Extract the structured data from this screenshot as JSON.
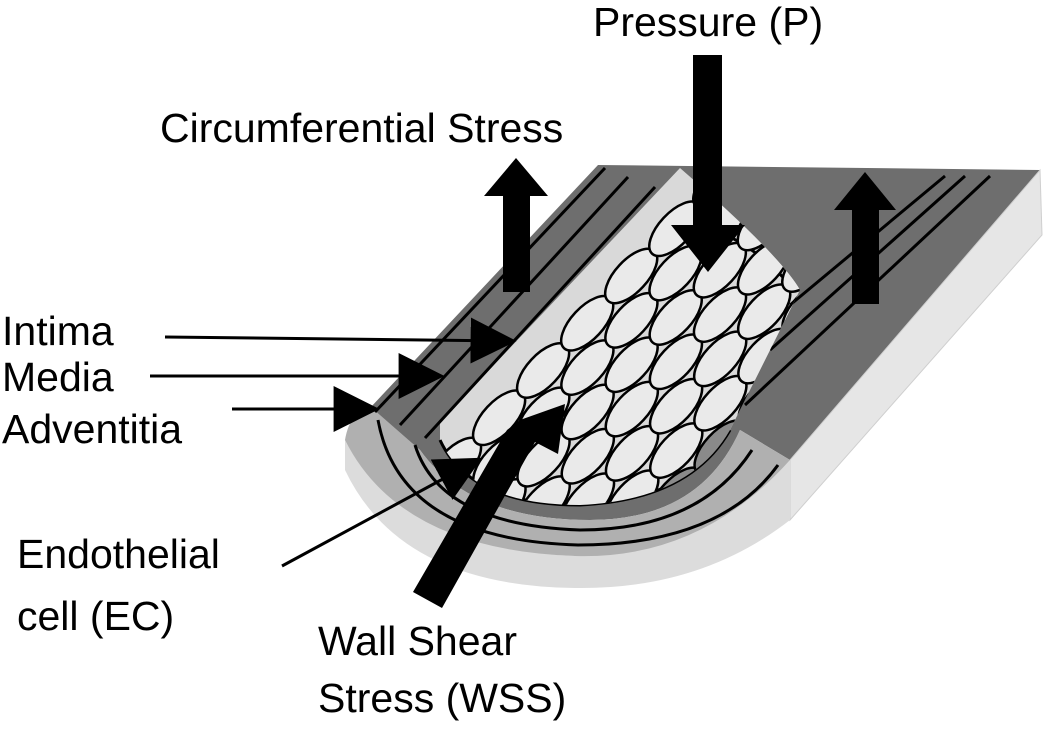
{
  "labels": {
    "pressure": "Pressure (P)",
    "circumferential_stress": "Circumferential Stress",
    "intima": "Intima",
    "media": "Media",
    "adventitia": "Adventitia",
    "endothelial_line1": "Endothelial",
    "endothelial_line2": "cell (EC)",
    "wss_line1": "Wall Shear",
    "wss_line2": "Stress (WSS)"
  },
  "colors": {
    "outer_surface": "#6e6e6e",
    "section_face": "#b0b0b0",
    "lumen": "#d9d9d9",
    "right_end": "#e6e6e6",
    "arrow": "#000000"
  }
}
